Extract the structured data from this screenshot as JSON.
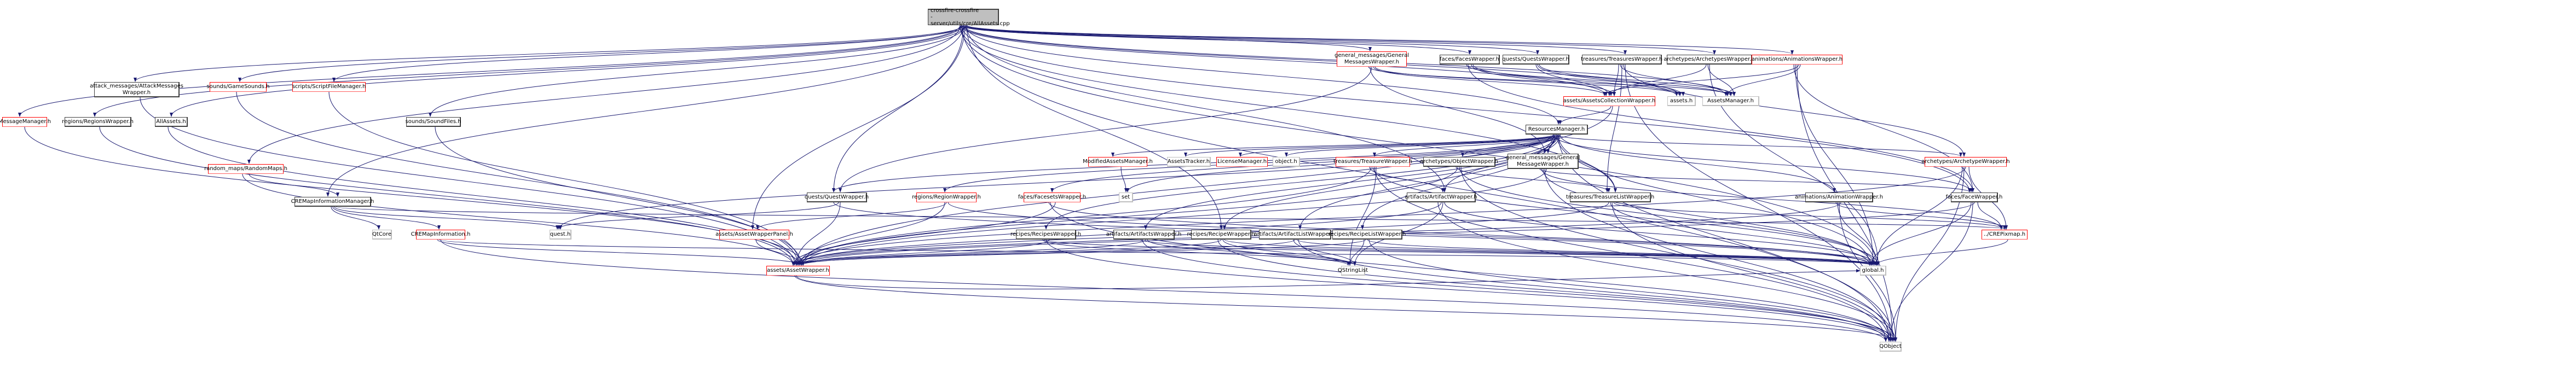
{
  "graph": {
    "title": "crossfire-crossfire-server/utils/cre/AllAssets.cpp include dependency graph",
    "colors": {
      "edge": "#191970",
      "root_fill": "#bfbfbf",
      "documented_border": "#404040",
      "truncated_border": "#ff0000",
      "external_border": "#bfbfbf"
    },
    "legend_styles": {
      "root": "file being documented",
      "std": "documented header",
      "red": "header with truncated dependency graph",
      "ext": "external / undocumented header"
    },
    "nodes": [
      {
        "id": "root",
        "label": "crossfire-crossfire\n-server/utils/cre/AllAssets.cpp",
        "style": "root"
      },
      {
        "id": "MessageManager",
        "label": "MessageManager.h",
        "style": "red"
      },
      {
        "id": "RegionsWrapper",
        "label": "regions/RegionsWrapper.h",
        "style": "std"
      },
      {
        "id": "AttackMessagesWrapper",
        "label": "attack_messages/AttackMessages\nWrapper.h",
        "style": "std"
      },
      {
        "id": "AllAssets",
        "label": "AllAssets.h",
        "style": "std"
      },
      {
        "id": "GameSounds",
        "label": "sounds/GameSounds.h",
        "style": "red"
      },
      {
        "id": "RandomMaps",
        "label": "random_maps/RandomMaps.h",
        "style": "red"
      },
      {
        "id": "ScriptFileManager",
        "label": "scripts/ScriptFileManager.h",
        "style": "red"
      },
      {
        "id": "CREMapInformationManager",
        "label": "CREMapInformationManager.h",
        "style": "std"
      },
      {
        "id": "SoundFiles",
        "label": "sounds/SoundFiles.h",
        "style": "std"
      },
      {
        "id": "GeneralMessagesWrapper",
        "label": "general_messages/General\nMessagesWrapper.h",
        "style": "red"
      },
      {
        "id": "FacesWrapper",
        "label": "faces/FacesWrapper.h",
        "style": "std"
      },
      {
        "id": "QuestsWrapper",
        "label": "quests/QuestsWrapper.h",
        "style": "std"
      },
      {
        "id": "TreasuresWrapper",
        "label": "treasures/TreasuresWrapper.h",
        "style": "std"
      },
      {
        "id": "ArchetypesWrapper",
        "label": "archetypes/ArchetypesWrapper.h",
        "style": "std"
      },
      {
        "id": "AnimationsWrapper",
        "label": "animations/AnimationsWrapper.h",
        "style": "red"
      },
      {
        "id": "AssetsCollectionWrapper",
        "label": "assets/AssetsCollectionWrapper.h",
        "style": "red"
      },
      {
        "id": "assets_h",
        "label": "assets.h",
        "style": "ext"
      },
      {
        "id": "AssetsManager",
        "label": "AssetsManager.h",
        "style": "ext"
      },
      {
        "id": "ResourcesManager",
        "label": "ResourcesManager.h",
        "style": "std"
      },
      {
        "id": "ModifiedAssetsManager",
        "label": "ModifiedAssetsManager.h",
        "style": "red"
      },
      {
        "id": "AssetsTracker",
        "label": "AssetsTracker.h",
        "style": "ext"
      },
      {
        "id": "LicenseManager",
        "label": "LicenseManager.h",
        "style": "red"
      },
      {
        "id": "object_h",
        "label": "object.h",
        "style": "ext"
      },
      {
        "id": "TreasureWrapper",
        "label": "treasures/TreasureWrapper.h",
        "style": "red"
      },
      {
        "id": "ObjectWrapper",
        "label": "archetypes/ObjectWrapper.h",
        "style": "std"
      },
      {
        "id": "GeneralMessageWrapper",
        "label": "general_messages/General\nMessageWrapper.h",
        "style": "std"
      },
      {
        "id": "ArchetypeWrapper",
        "label": "archetypes/ArchetypeWrapper.h",
        "style": "red"
      },
      {
        "id": "QuestWrapper",
        "label": "quests/QuestWrapper.h",
        "style": "std"
      },
      {
        "id": "RegionWrapper",
        "label": "regions/RegionWrapper.h",
        "style": "red"
      },
      {
        "id": "FacesetsWrapper",
        "label": "faces/FacesetsWrapper.h",
        "style": "red"
      },
      {
        "id": "set",
        "label": "set",
        "style": "ext"
      },
      {
        "id": "ArtifactWrapper",
        "label": "artifacts/ArtifactWrapper.h",
        "style": "std"
      },
      {
        "id": "TreasureListWrapper",
        "label": "treasures/TreasureListWrapper.h",
        "style": "std"
      },
      {
        "id": "AnimationWrapper",
        "label": "animations/AnimationWrapper.h",
        "style": "std"
      },
      {
        "id": "FaceWrapper",
        "label": "faces/FaceWrapper.h",
        "style": "std"
      },
      {
        "id": "QtCore",
        "label": "QtCore",
        "style": "ext"
      },
      {
        "id": "CREMapInformation",
        "label": "CREMapInformation.h",
        "style": "red"
      },
      {
        "id": "quest_h",
        "label": "quest.h",
        "style": "ext"
      },
      {
        "id": "AssetWrapperPanel",
        "label": "assets/AssetWrapperPanel.h",
        "style": "red"
      },
      {
        "id": "RecipesWrapper",
        "label": "recipes/RecipesWrapper.h",
        "style": "std"
      },
      {
        "id": "ArtifactsWrapper",
        "label": "artifacts/ArtifactsWrapper.h",
        "style": "std"
      },
      {
        "id": "RecipeWrapper",
        "label": "recipes/RecipeWrapper.h",
        "style": "std"
      },
      {
        "id": "ArtifactListWrapper",
        "label": "artifacts/ArtifactListWrapper.h",
        "style": "std"
      },
      {
        "id": "RecipeListWrapper",
        "label": "recipes/RecipeListWrapper.h",
        "style": "std"
      },
      {
        "id": "CREPixmap",
        "label": "../CREPixmap.h",
        "style": "red"
      },
      {
        "id": "AssetWrapper",
        "label": "assets/AssetWrapper.h",
        "style": "red"
      },
      {
        "id": "QStringList",
        "label": "QStringList",
        "style": "ext"
      },
      {
        "id": "global_h",
        "label": "global.h",
        "style": "ext"
      },
      {
        "id": "QObject",
        "label": "QObject",
        "style": "ext"
      }
    ],
    "edges": [
      [
        "root",
        "MessageManager"
      ],
      [
        "root",
        "RegionsWrapper"
      ],
      [
        "root",
        "AttackMessagesWrapper"
      ],
      [
        "root",
        "AllAssets"
      ],
      [
        "root",
        "GameSounds"
      ],
      [
        "root",
        "RandomMaps"
      ],
      [
        "root",
        "ScriptFileManager"
      ],
      [
        "root",
        "CREMapInformationManager"
      ],
      [
        "root",
        "SoundFiles"
      ],
      [
        "root",
        "GeneralMessagesWrapper"
      ],
      [
        "root",
        "FacesWrapper"
      ],
      [
        "root",
        "QuestsWrapper"
      ],
      [
        "root",
        "TreasuresWrapper"
      ],
      [
        "root",
        "ArchetypesWrapper"
      ],
      [
        "root",
        "AnimationsWrapper"
      ],
      [
        "root",
        "AssetsCollectionWrapper"
      ],
      [
        "root",
        "assets_h"
      ],
      [
        "root",
        "AssetsManager"
      ],
      [
        "root",
        "ResourcesManager"
      ],
      [
        "root",
        "ArtifactWrapper"
      ],
      [
        "root",
        "TreasureListWrapper"
      ],
      [
        "root",
        "FaceWrapper"
      ],
      [
        "root",
        "QuestWrapper"
      ],
      [
        "root",
        "AssetWrapperPanel"
      ],
      [
        "root",
        "RecipeWrapper"
      ],
      [
        "root",
        "global_h"
      ],
      [
        "root",
        "QObject"
      ],
      [
        "MessageManager",
        "AssetWrapper"
      ],
      [
        "RegionsWrapper",
        "AssetWrapper"
      ],
      [
        "AttackMessagesWrapper",
        "AssetWrapper"
      ],
      [
        "AllAssets",
        "AssetWrapper"
      ],
      [
        "GameSounds",
        "AssetWrapper"
      ],
      [
        "ScriptFileManager",
        "AssetWrapper"
      ],
      [
        "SoundFiles",
        "AssetWrapper"
      ],
      [
        "RandomMaps",
        "CREMapInformationManager"
      ],
      [
        "RandomMaps",
        "AssetWrapper"
      ],
      [
        "CREMapInformationManager",
        "QtCore"
      ],
      [
        "CREMapInformationManager",
        "CREMapInformation"
      ],
      [
        "CREMapInformationManager",
        "quest_h"
      ],
      [
        "CREMapInformationManager",
        "CREPixmap"
      ],
      [
        "CREMapInformation",
        "AssetWrapper"
      ],
      [
        "CREMapInformation",
        "global_h"
      ],
      [
        "CREMapInformation",
        "QObject"
      ],
      [
        "GeneralMessagesWrapper",
        "AssetsCollectionWrapper"
      ],
      [
        "GeneralMessagesWrapper",
        "assets_h"
      ],
      [
        "GeneralMessagesWrapper",
        "AssetsManager"
      ],
      [
        "GeneralMessagesWrapper",
        "GeneralMessageWrapper"
      ],
      [
        "GeneralMessagesWrapper",
        "QuestWrapper"
      ],
      [
        "FacesWrapper",
        "AssetsCollectionWrapper"
      ],
      [
        "FacesWrapper",
        "assets_h"
      ],
      [
        "FacesWrapper",
        "AssetsManager"
      ],
      [
        "FacesWrapper",
        "FaceWrapper"
      ],
      [
        "QuestsWrapper",
        "AssetsCollectionWrapper"
      ],
      [
        "QuestsWrapper",
        "assets_h"
      ],
      [
        "QuestsWrapper",
        "AssetsManager"
      ],
      [
        "TreasuresWrapper",
        "AssetsCollectionWrapper"
      ],
      [
        "TreasuresWrapper",
        "AssetsManager"
      ],
      [
        "TreasuresWrapper",
        "TreasureListWrapper"
      ],
      [
        "TreasuresWrapper",
        "ArchetypeWrapper"
      ],
      [
        "TreasuresWrapper",
        "QObject"
      ],
      [
        "ArchetypesWrapper",
        "AssetsCollectionWrapper"
      ],
      [
        "ArchetypesWrapper",
        "AssetsManager"
      ],
      [
        "ArchetypesWrapper",
        "global_h"
      ],
      [
        "AnimationsWrapper",
        "AssetsCollectionWrapper"
      ],
      [
        "AnimationsWrapper",
        "AssetsManager"
      ],
      [
        "AnimationsWrapper",
        "FaceWrapper"
      ],
      [
        "AnimationsWrapper",
        "global_h"
      ],
      [
        "AnimationsWrapper",
        "QObject"
      ],
      [
        "AssetsCollectionWrapper",
        "ResourcesManager"
      ],
      [
        "AssetsCollectionWrapper",
        "AssetWrapper"
      ],
      [
        "ResourcesManager",
        "ModifiedAssetsManager"
      ],
      [
        "ResourcesManager",
        "AssetsTracker"
      ],
      [
        "ResourcesManager",
        "LicenseManager"
      ],
      [
        "ResourcesManager",
        "object_h"
      ],
      [
        "ResourcesManager",
        "TreasureWrapper"
      ],
      [
        "ResourcesManager",
        "ObjectWrapper"
      ],
      [
        "ResourcesManager",
        "GeneralMessageWrapper"
      ],
      [
        "ResourcesManager",
        "ArchetypeWrapper"
      ],
      [
        "ResourcesManager",
        "QuestWrapper"
      ],
      [
        "ResourcesManager",
        "RegionWrapper"
      ],
      [
        "ResourcesManager",
        "FacesetsWrapper"
      ],
      [
        "ResourcesManager",
        "set"
      ],
      [
        "ResourcesManager",
        "ArtifactWrapper"
      ],
      [
        "ResourcesManager",
        "TreasureListWrapper"
      ],
      [
        "ResourcesManager",
        "AnimationWrapper"
      ],
      [
        "ResourcesManager",
        "FaceWrapper"
      ],
      [
        "ResourcesManager",
        "quest_h"
      ],
      [
        "ResourcesManager",
        "RecipesWrapper"
      ],
      [
        "ResourcesManager",
        "ArtifactsWrapper"
      ],
      [
        "ResourcesManager",
        "RecipeWrapper"
      ],
      [
        "ResourcesManager",
        "ArtifactListWrapper"
      ],
      [
        "ResourcesManager",
        "RecipeListWrapper"
      ],
      [
        "ResourcesManager",
        "global_h"
      ],
      [
        "ResourcesManager",
        "QObject"
      ],
      [
        "ModifiedAssetsManager",
        "set"
      ],
      [
        "TreasureWrapper",
        "ArtifactWrapper"
      ],
      [
        "TreasureWrapper",
        "AssetWrapper"
      ],
      [
        "TreasureWrapper",
        "global_h"
      ],
      [
        "TreasureWrapper",
        "QObject"
      ],
      [
        "TreasureWrapper",
        "QStringList"
      ],
      [
        "ObjectWrapper",
        "TreasureListWrapper"
      ],
      [
        "ObjectWrapper",
        "AssetWrapper"
      ],
      [
        "ObjectWrapper",
        "global_h"
      ],
      [
        "ObjectWrapper",
        "QObject"
      ],
      [
        "GeneralMessageWrapper",
        "AssetWrapper"
      ],
      [
        "GeneralMessageWrapper",
        "FaceWrapper"
      ],
      [
        "GeneralMessageWrapper",
        "CREPixmap"
      ],
      [
        "GeneralMessageWrapper",
        "global_h"
      ],
      [
        "GeneralMessageWrapper",
        "QObject"
      ],
      [
        "ArchetypeWrapper",
        "CREPixmap"
      ],
      [
        "ArchetypeWrapper",
        "global_h"
      ],
      [
        "ArchetypeWrapper",
        "QObject"
      ],
      [
        "ArchetypeWrapper",
        "AssetWrapper"
      ],
      [
        "QuestWrapper",
        "quest_h"
      ],
      [
        "QuestWrapper",
        "AssetWrapper"
      ],
      [
        "QuestWrapper",
        "global_h"
      ],
      [
        "RegionWrapper",
        "AssetWrapper"
      ],
      [
        "RegionWrapper",
        "AssetWrapperPanel"
      ],
      [
        "RegionWrapper",
        "global_h"
      ],
      [
        "FacesetsWrapper",
        "AssetWrapper"
      ],
      [
        "FacesetsWrapper",
        "global_h"
      ],
      [
        "FacesetsWrapper",
        "QObject"
      ],
      [
        "ArtifactWrapper",
        "AssetWrapper"
      ],
      [
        "ArtifactWrapper",
        "QStringList"
      ],
      [
        "ArtifactWrapper",
        "global_h"
      ],
      [
        "ArtifactWrapper",
        "QObject"
      ],
      [
        "TreasureListWrapper",
        "AssetWrapper"
      ],
      [
        "TreasureListWrapper",
        "global_h"
      ],
      [
        "TreasureListWrapper",
        "QObject"
      ],
      [
        "TreasureListWrapper",
        "CREPixmap"
      ],
      [
        "AnimationWrapper",
        "CREPixmap"
      ],
      [
        "AnimationWrapper",
        "global_h"
      ],
      [
        "AnimationWrapper",
        "QObject"
      ],
      [
        "AnimationWrapper",
        "AssetWrapper"
      ],
      [
        "FaceWrapper",
        "CREPixmap"
      ],
      [
        "FaceWrapper",
        "global_h"
      ],
      [
        "FaceWrapper",
        "QObject"
      ],
      [
        "FaceWrapper",
        "AssetWrapper"
      ],
      [
        "AssetWrapperPanel",
        "AssetWrapper"
      ],
      [
        "RecipesWrapper",
        "AssetWrapper"
      ],
      [
        "RecipesWrapper",
        "QStringList"
      ],
      [
        "RecipesWrapper",
        "global_h"
      ],
      [
        "RecipesWrapper",
        "QObject"
      ],
      [
        "ArtifactsWrapper",
        "AssetWrapper"
      ],
      [
        "ArtifactsWrapper",
        "QStringList"
      ],
      [
        "ArtifactsWrapper",
        "global_h"
      ],
      [
        "ArtifactsWrapper",
        "QObject"
      ],
      [
        "RecipeWrapper",
        "AssetWrapper"
      ],
      [
        "RecipeWrapper",
        "QStringList"
      ],
      [
        "RecipeWrapper",
        "global_h"
      ],
      [
        "RecipeWrapper",
        "QObject"
      ],
      [
        "ArtifactListWrapper",
        "QStringList"
      ],
      [
        "ArtifactListWrapper",
        "AssetWrapper"
      ],
      [
        "ArtifactListWrapper",
        "global_h"
      ],
      [
        "ArtifactListWrapper",
        "QObject"
      ],
      [
        "RecipeListWrapper",
        "QStringList"
      ],
      [
        "RecipeListWrapper",
        "AssetWrapper"
      ],
      [
        "RecipeListWrapper",
        "global_h"
      ],
      [
        "RecipeListWrapper",
        "QObject"
      ],
      [
        "CREPixmap",
        "global_h"
      ],
      [
        "AssetWrapper",
        "QObject"
      ],
      [
        "AssetWrapper",
        "global_h"
      ]
    ]
  }
}
